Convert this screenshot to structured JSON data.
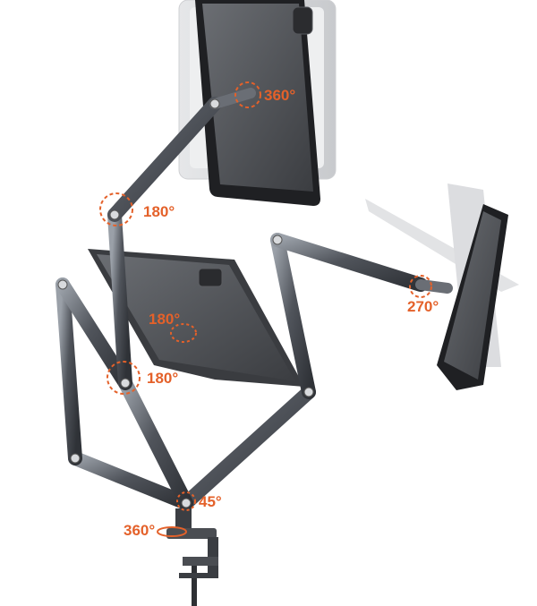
{
  "image": {
    "subject": "tablet-arm-stand",
    "angle_labels": {
      "tablet_mount": "360°",
      "upper_elbow": "180°",
      "center_mount": "180°",
      "lower_elbow": "180°",
      "side_mount": "270°",
      "base_joint": "45°",
      "clamp_base": "360°"
    },
    "colors": {
      "accent": "#e4612a",
      "arm": "#4a4e55",
      "arm_highlight": "#8a8f97",
      "tablet_body": "#2f3033",
      "tablet_screen": "#55575c",
      "ghost": "#d9dadc",
      "background": "#ffffff"
    }
  }
}
